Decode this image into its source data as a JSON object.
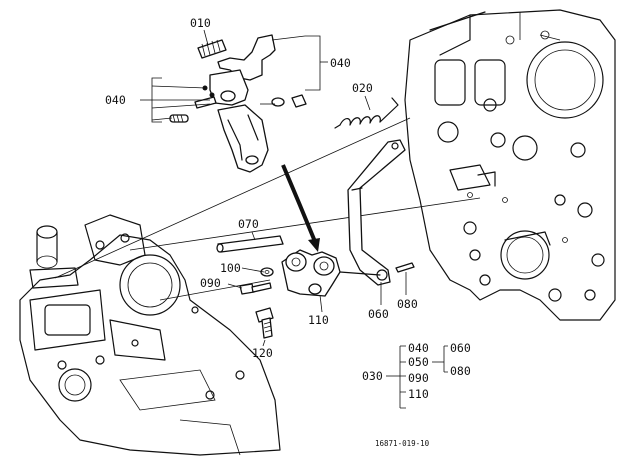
{
  "diagram": {
    "labels": {
      "p010": "010",
      "p020": "020",
      "p040_top": "040",
      "p040_left": "040",
      "p070": "070",
      "p100": "100",
      "p090": "090",
      "p110": "110",
      "p060": "060",
      "p080": "080",
      "p120": "120"
    },
    "tree": {
      "root": "030",
      "col1": [
        "040",
        "050",
        "090",
        "110"
      ],
      "col2": [
        "060",
        "080"
      ]
    },
    "figure_code": "16871-019-10"
  }
}
